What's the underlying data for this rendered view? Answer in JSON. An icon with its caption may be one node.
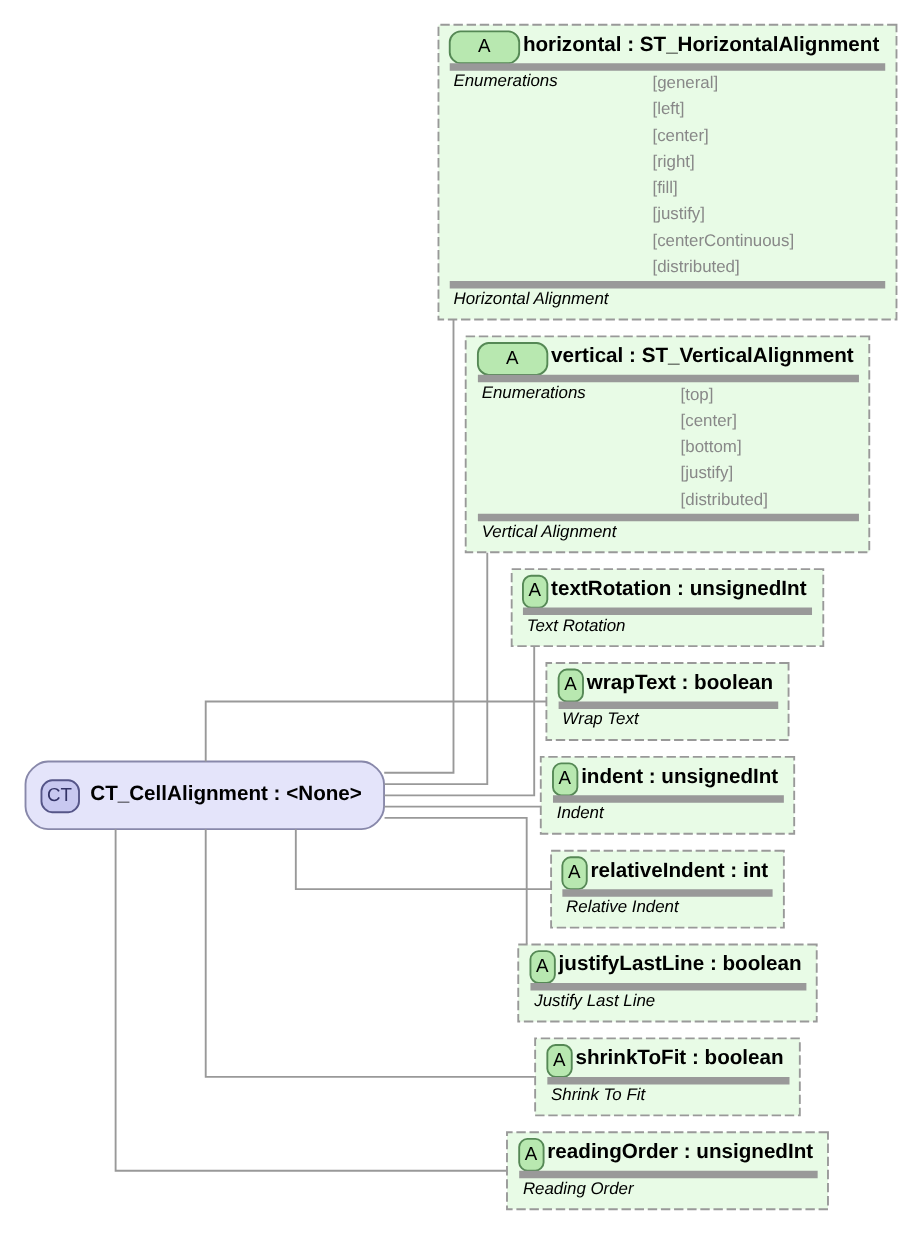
{
  "diagram": {
    "nodes": [
      {
        "text": [
          "CT",
          "CT_CellAlignment : <None>"
        ]
      },
      {
        "text": [
          "A",
          "horizontal : ST_HorizontalAlignment",
          "Enumerations",
          "[general]",
          "[left]",
          "[center]",
          "[right]",
          "[fill]",
          "[justify]",
          "[centerContinuous]",
          "[distributed]",
          "Horizontal Alignment"
        ]
      },
      {
        "text": [
          "A",
          "vertical : ST_VerticalAlignment",
          "Enumerations",
          "[top]",
          "[center]",
          "[bottom]",
          "[justify]",
          "[distributed]",
          "Vertical Alignment"
        ]
      },
      {
        "text": [
          "A",
          "textRotation : unsignedInt",
          "Text Rotation"
        ]
      },
      {
        "text": [
          "A",
          "wrapText : boolean",
          "Wrap Text"
        ]
      },
      {
        "text": [
          "A",
          "indent : unsignedInt",
          "Indent"
        ]
      },
      {
        "text": [
          "A",
          "relativeIndent : int",
          "Relative Indent"
        ]
      },
      {
        "text": [
          "A",
          "justifyLastLine : boolean",
          "Justify Last Line"
        ]
      },
      {
        "text": [
          "A",
          "shrinkToFit : boolean",
          "Shrink To Fit"
        ]
      },
      {
        "text": [
          "A",
          "readingOrder : unsignedInt",
          "Reading Order"
        ]
      }
    ],
    "edges": [
      {
        "from": 0,
        "to": 1,
        "arrow": "none"
      },
      {
        "from": 0,
        "to": 2,
        "arrow": "none"
      },
      {
        "from": 0,
        "to": 3,
        "arrow": "none"
      },
      {
        "from": 0,
        "to": 4,
        "arrow": "none"
      },
      {
        "from": 0,
        "to": 5,
        "arrow": "none"
      },
      {
        "from": 0,
        "to": 6,
        "arrow": "none"
      },
      {
        "from": 0,
        "to": 7,
        "arrow": "none"
      },
      {
        "from": 0,
        "to": 8,
        "arrow": "none"
      },
      {
        "from": 0,
        "to": 9,
        "arrow": "none"
      }
    ]
  }
}
